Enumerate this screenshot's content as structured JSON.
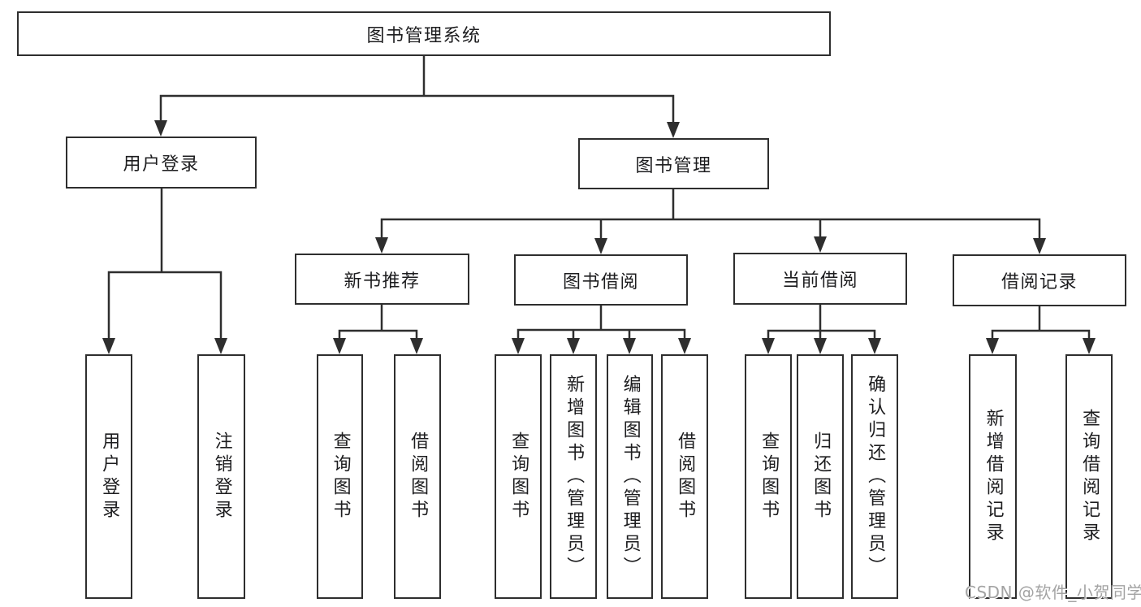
{
  "colors": {
    "line": "#2e2e2e",
    "text": "#1d1d1f",
    "watermark": "#a3a3a3",
    "background": "#ffffff"
  },
  "watermark": {
    "text": "CSDN @软件_小贺同学"
  },
  "diagram": {
    "root": {
      "label": "图书管理系统"
    },
    "branches": [
      {
        "label": "用户登录",
        "children": [
          {
            "label": "用户登录"
          },
          {
            "label": "注销登录"
          }
        ]
      },
      {
        "label": "图书管理",
        "children": [
          {
            "label": "新书推荐",
            "children": [
              {
                "label": "查询图书"
              },
              {
                "label": "借阅图书"
              }
            ]
          },
          {
            "label": "图书借阅",
            "children": [
              {
                "label": "查询图书"
              },
              {
                "label": "新增图书（管理员）"
              },
              {
                "label": "编辑图书（管理员）"
              },
              {
                "label": "借阅图书"
              }
            ]
          },
          {
            "label": "当前借阅",
            "children": [
              {
                "label": "查询图书"
              },
              {
                "label": "归还图书"
              },
              {
                "label": "确认归还（管理员）"
              }
            ]
          },
          {
            "label": "借阅记录",
            "children": [
              {
                "label": "新增借阅记录"
              },
              {
                "label": "查询借阅记录"
              }
            ]
          }
        ]
      }
    ]
  }
}
